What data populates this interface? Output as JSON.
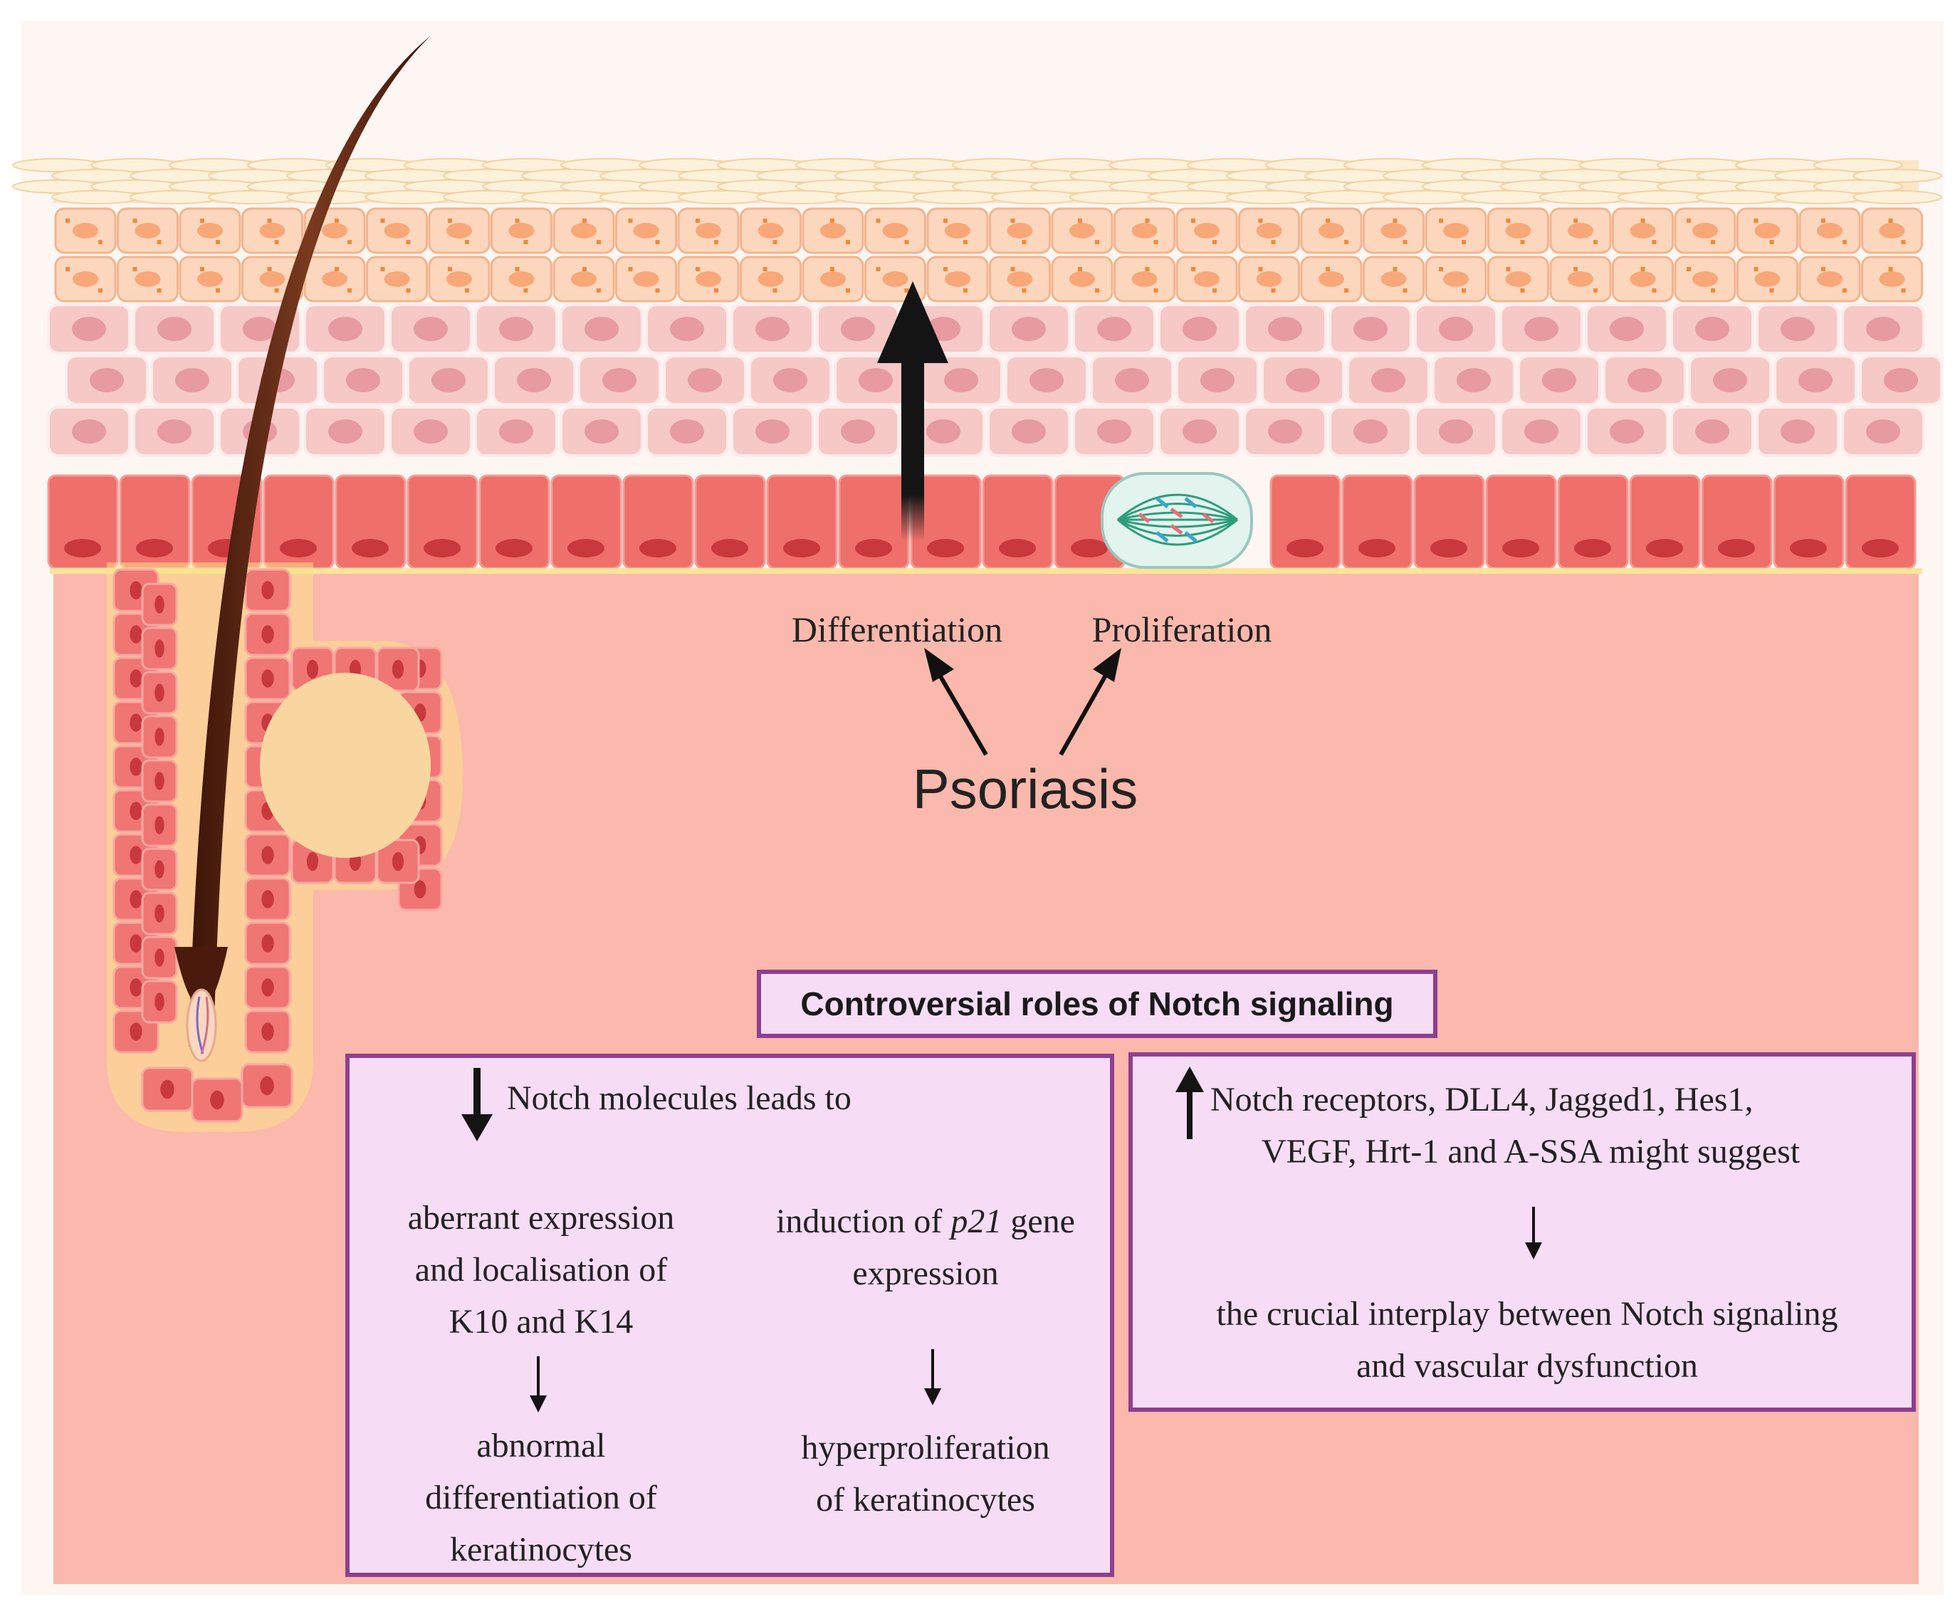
{
  "diagram": {
    "top_labels": {
      "differentiation": "Differentiation",
      "proliferation": "Proliferation",
      "condition": "Psoriasis"
    },
    "header_box": {
      "title": "Controversial roles of Notch signaling"
    },
    "left_box": {
      "intro": "Notch molecules leads to",
      "branch_left": {
        "line1": "aberrant expression",
        "line2": "and localisation of",
        "line3": "K10 and K14",
        "result1": "abnormal",
        "result2": "differentiation of",
        "result3": "keratinocytes"
      },
      "branch_right": {
        "line1_pre": "induction of ",
        "line1_italic": "p21",
        "line1_post": " gene",
        "line2": "expression",
        "result1": "hyperproliferation",
        "result2": "of keratinocytes"
      }
    },
    "right_box": {
      "line1": "Notch receptors, DLL4, Jagged1, Hes1,",
      "line2": "VEGF, Hrt-1 and A-SSA might suggest",
      "result1": "the crucial interplay between Notch signaling",
      "result2": "and vascular dysfunction"
    },
    "colors": {
      "dermis": "#fbb8ad",
      "basal": "#ef6f6a",
      "spinous": "#f6c8c6",
      "granular": "#fcd7bd",
      "corneum": "#fbe6c6",
      "box_fill": "#f7dcf5",
      "box_border": "#8e3f8f",
      "hair": "#5a2313"
    }
  }
}
